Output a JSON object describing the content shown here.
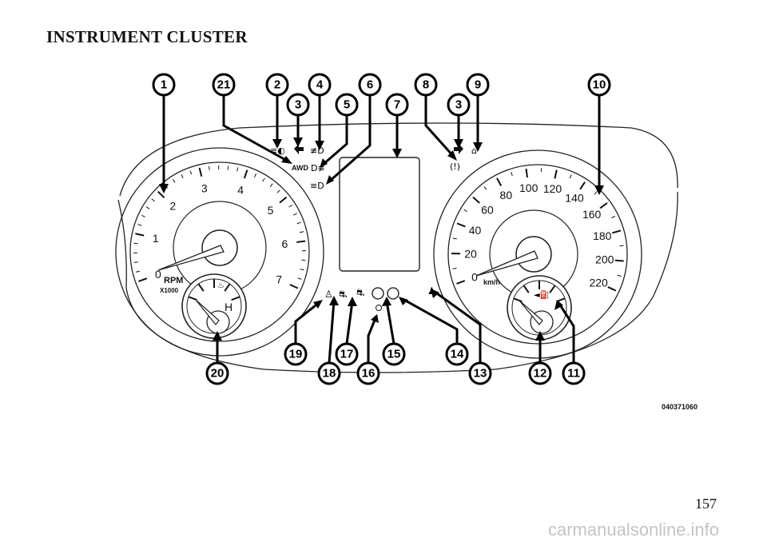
{
  "page": {
    "heading": "INSTRUMENT CLUSTER",
    "page_number": "157",
    "watermark": "carmanualsonline.info",
    "figure_id": "040371060"
  },
  "tachometer": {
    "numbers": [
      "0",
      "1",
      "2",
      "3",
      "4",
      "5",
      "6",
      "7"
    ],
    "rpm_label": "RPM",
    "multiplier_label": "X1000"
  },
  "temperature_gauge": {
    "hot_label": "H"
  },
  "speedometer": {
    "numbers": [
      "0",
      "20",
      "40",
      "60",
      "80",
      "100",
      "120",
      "140",
      "160",
      "180",
      "200",
      "220"
    ],
    "unit_label": "km/h"
  },
  "awd_label": "AWD",
  "callouts": [
    "1",
    "21",
    "2",
    "3",
    "4",
    "5",
    "6",
    "7",
    "8",
    "3",
    "9",
    "10",
    "20",
    "19",
    "18",
    "17",
    "16",
    "15",
    "14",
    "13",
    "12",
    "11"
  ],
  "colors": {
    "ink": "#000000",
    "watermark": "#c4c4c4"
  }
}
